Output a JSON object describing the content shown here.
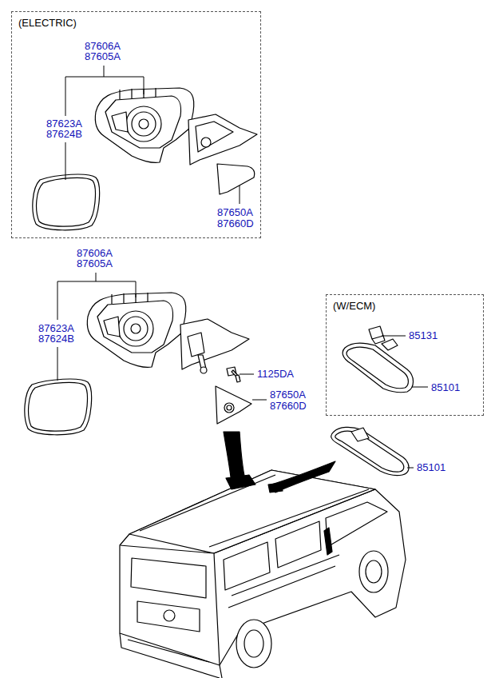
{
  "diagram": {
    "nodes": [
      {
        "text": [
          "(ELECTRIC)"
        ]
      },
      {
        "text": [
          "(W/ECM)"
        ]
      }
    ],
    "labels": [
      "87606A",
      "87605A",
      "87623A",
      "87624B",
      "87650A",
      "87660D",
      "87606A",
      "87605A",
      "87623A",
      "87624B",
      "1125DA",
      "87650A",
      "87660D",
      "85131",
      "85101",
      "85101"
    ]
  }
}
